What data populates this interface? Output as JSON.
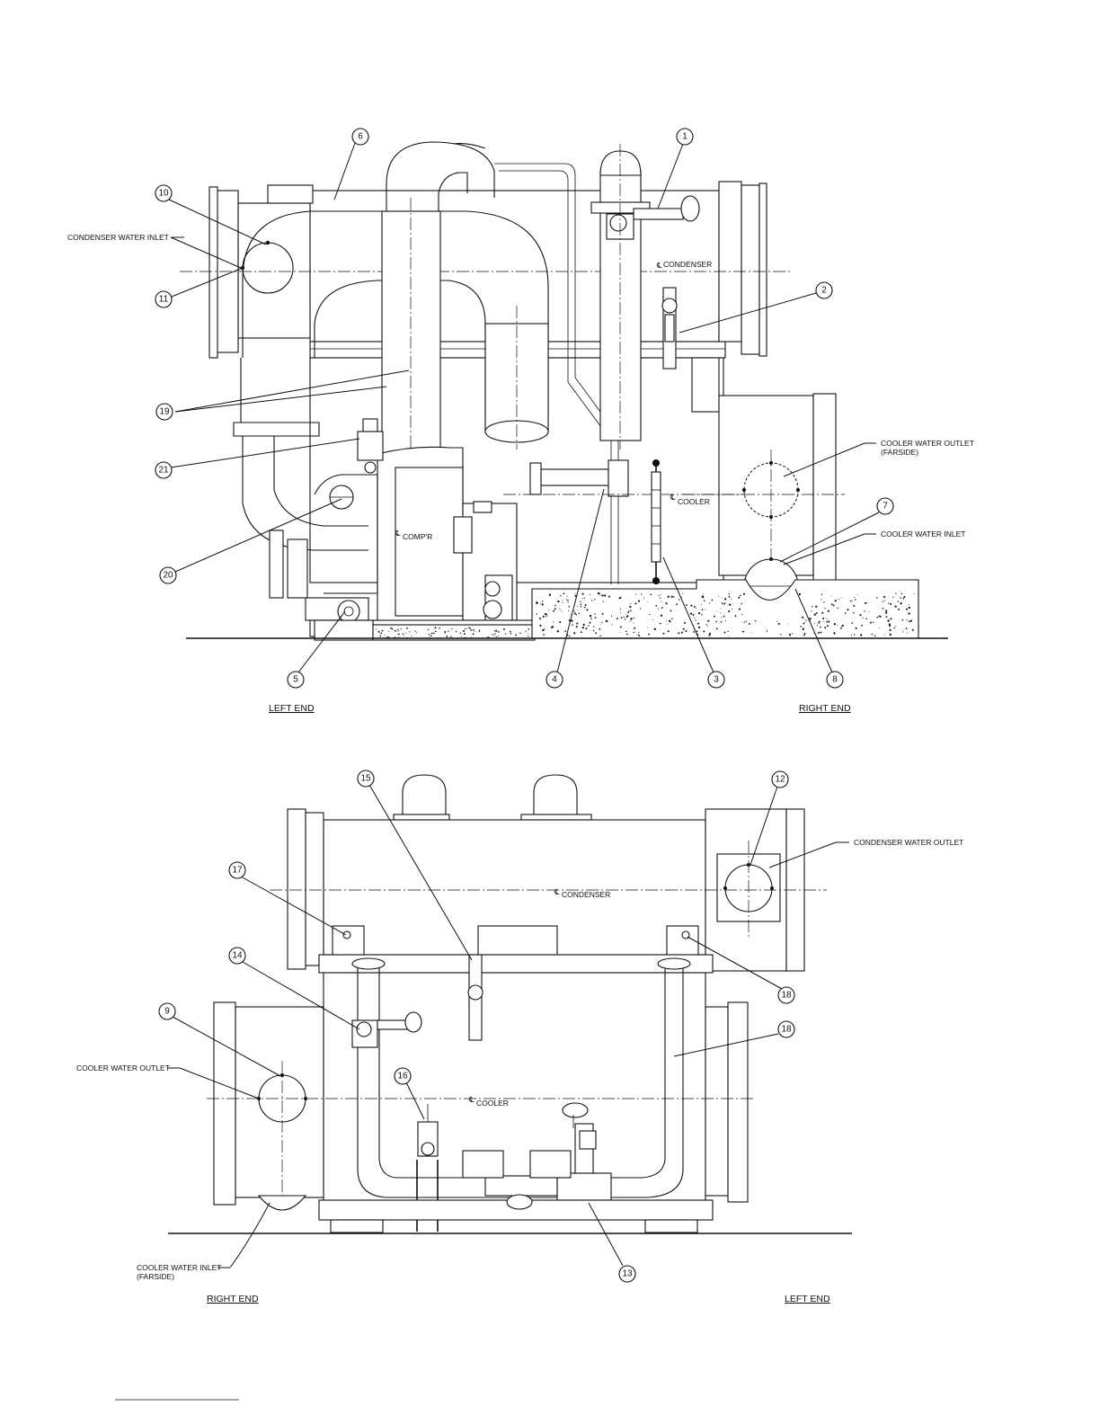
{
  "top_view": {
    "left_end": "LEFT END",
    "right_end": "RIGHT END",
    "labels": {
      "condenser_water_inlet": "CONDENSER WATER INLET",
      "cooler_water_outlet": "COOLER WATER OUTLET",
      "cooler_water_outlet_note": "(FARSIDE)",
      "cooler_water_inlet": "COOLER WATER INLET",
      "condenser_cl": "CONDENSER",
      "cooler_cl": "COOLER",
      "compr_cl": "COMP'R"
    },
    "callouts": [
      "1",
      "2",
      "3",
      "4",
      "5",
      "6",
      "7",
      "8",
      "10",
      "11",
      "19",
      "20",
      "21"
    ]
  },
  "bottom_view": {
    "left_end": "LEFT END",
    "right_end": "RIGHT END",
    "labels": {
      "condenser_water_outlet": "CONDENSER WATER OUTLET",
      "cooler_water_outlet": "COOLER WATER OUTLET",
      "cooler_water_inlet": "COOLER WATER INLET",
      "cooler_water_inlet_note": "(FARSIDE)",
      "condenser_cl": "CONDENSER",
      "cooler_cl": "COOLER"
    },
    "callouts": [
      "9",
      "12",
      "13",
      "14",
      "15",
      "16",
      "17",
      "18",
      "18b"
    ]
  },
  "callout_text": {
    "1": "1",
    "2": "2",
    "3": "3",
    "4": "4",
    "5": "5",
    "6": "6",
    "7": "7",
    "8": "8",
    "9": "9",
    "10": "10",
    "11": "11",
    "12": "12",
    "13": "13",
    "14": "14",
    "15": "15",
    "16": "16",
    "17": "17",
    "18": "18",
    "18b": "18",
    "19": "19",
    "20": "20",
    "21": "21"
  }
}
